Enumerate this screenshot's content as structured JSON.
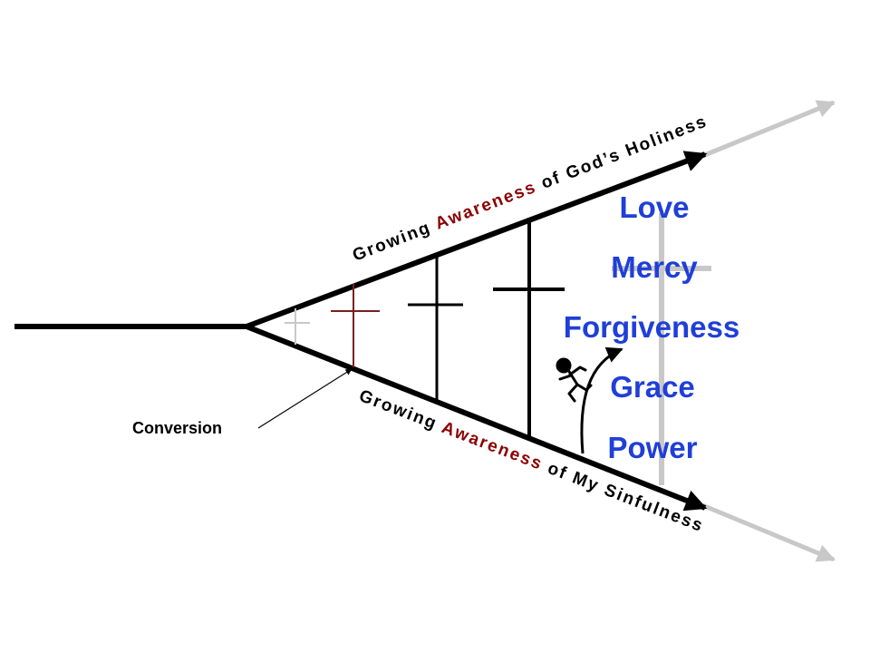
{
  "diagram": {
    "upper_label": {
      "part1": "Growing ",
      "highlight": "Awareness",
      "part2": " of God’s Holiness"
    },
    "lower_label": {
      "part1": "Growing ",
      "highlight": "Awareness",
      "part2": " of My Sinfulness"
    },
    "conversion_label": "Conversion",
    "attributes": [
      "Love",
      "Mercy",
      "Forgiveness",
      "Grace",
      "Power"
    ],
    "colors": {
      "highlight": "#8b0000",
      "attributes": "#1f3fd8",
      "lines": "#000000",
      "faded": "#c8c8c8",
      "first_cross": "#7a1f1f"
    },
    "icons": [
      "cross-icon",
      "running-person-icon",
      "arrow-icon"
    ]
  }
}
